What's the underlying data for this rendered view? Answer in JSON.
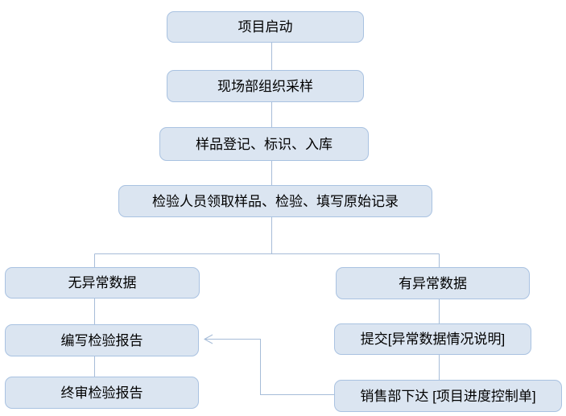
{
  "diagram": {
    "type": "flowchart",
    "language": "zh-CN",
    "colors": {
      "background": "#ffffff",
      "node_fill": "#dbe5f1",
      "node_border": "#a9c2e1",
      "connector_color": "#a6bcd8",
      "text_color": "#000000"
    },
    "nodes": [
      {
        "id": "start",
        "label": "项目启动"
      },
      {
        "id": "sampling",
        "label": "现场部组织采样"
      },
      {
        "id": "register",
        "label": "样品登记、标识、入库"
      },
      {
        "id": "inspect",
        "label": "检验人员领取样品、检验、填写原始记录"
      },
      {
        "id": "no-abnormal",
        "label": "无异常数据"
      },
      {
        "id": "abnormal",
        "label": "有异常数据"
      },
      {
        "id": "write-report",
        "label": "编写检验报告"
      },
      {
        "id": "submit-note",
        "label": "提交[异常数据情况说明]"
      },
      {
        "id": "final-review",
        "label": "终审检验报告"
      },
      {
        "id": "sales-issue",
        "label": "销售部下达 [项目进度控制单]"
      }
    ],
    "edges": [
      {
        "from": "start",
        "to": "sampling",
        "arrow": false
      },
      {
        "from": "sampling",
        "to": "register",
        "arrow": false
      },
      {
        "from": "register",
        "to": "inspect",
        "arrow": false
      },
      {
        "from": "inspect",
        "to": "no-abnormal",
        "arrow": false
      },
      {
        "from": "inspect",
        "to": "abnormal",
        "arrow": false
      },
      {
        "from": "no-abnormal",
        "to": "write-report",
        "arrow": false
      },
      {
        "from": "write-report",
        "to": "final-review",
        "arrow": false
      },
      {
        "from": "abnormal",
        "to": "submit-note",
        "arrow": false
      },
      {
        "from": "submit-note",
        "to": "sales-issue",
        "arrow": false
      },
      {
        "from": "sales-issue",
        "to": "write-report",
        "arrow": true
      }
    ]
  }
}
